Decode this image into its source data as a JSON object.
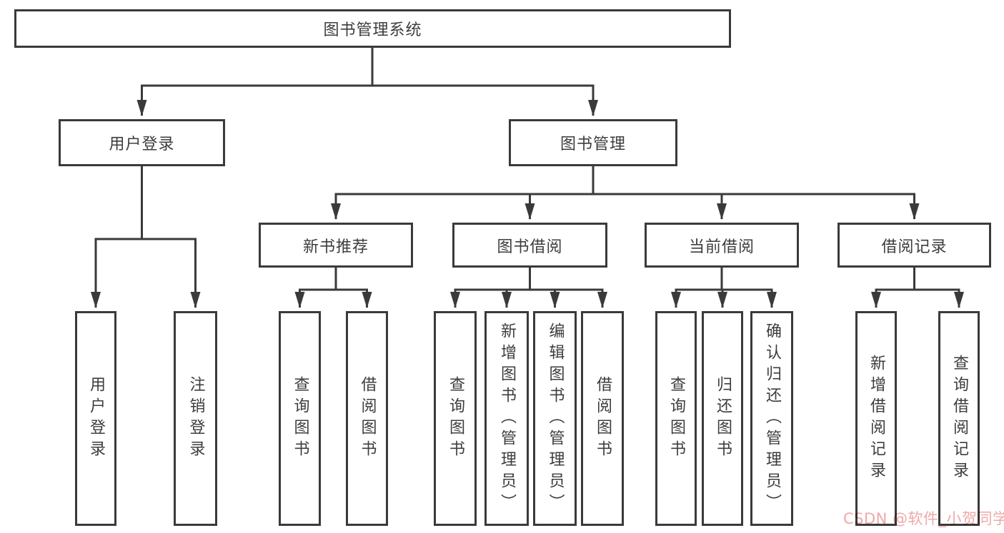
{
  "colors": {
    "line": "#3a3a3a",
    "box_border": "#3a3a3a",
    "text": "#3d3d3d",
    "background": "#ffffff",
    "watermark": "#f0a8a8"
  },
  "diagram": {
    "root": {
      "label": "图书管理系统"
    },
    "branches": [
      {
        "label": "用户登录",
        "leaves": [
          {
            "label": "用户登录"
          },
          {
            "label": "注销登录"
          }
        ]
      },
      {
        "label": "图书管理",
        "groups": [
          {
            "label": "新书推荐",
            "leaves": [
              {
                "label": "查询图书"
              },
              {
                "label": "借阅图书"
              }
            ]
          },
          {
            "label": "图书借阅",
            "leaves": [
              {
                "label": "查询图书"
              },
              {
                "label": "新增图书（管理员）"
              },
              {
                "label": "编辑图书（管理员）"
              },
              {
                "label": "借阅图书"
              }
            ]
          },
          {
            "label": "当前借阅",
            "leaves": [
              {
                "label": "查询图书"
              },
              {
                "label": "归还图书"
              },
              {
                "label": "确认归还（管理员）"
              }
            ]
          },
          {
            "label": "借阅记录",
            "leaves": [
              {
                "label": "新增借阅记录"
              },
              {
                "label": "查询借阅记录"
              }
            ]
          }
        ]
      }
    ]
  },
  "watermark": {
    "text": "CSDN @软件_小贺同学"
  }
}
